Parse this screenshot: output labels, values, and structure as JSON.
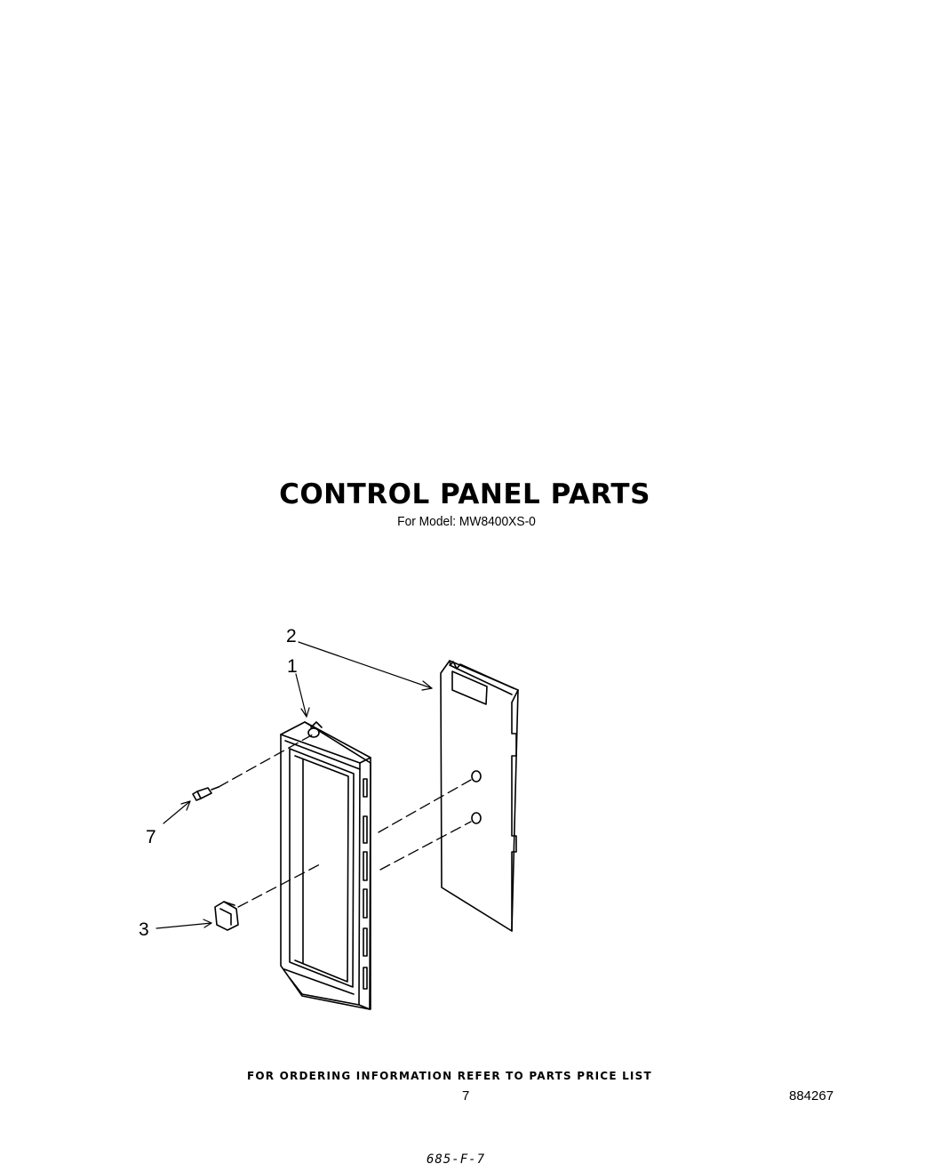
{
  "header": {
    "title": "CONTROL PANEL PARTS",
    "subtitle": "For Model: MW8400XS-0"
  },
  "callouts": {
    "c1": "1",
    "c2": "2",
    "c3": "3",
    "c7": "7"
  },
  "footer": {
    "ordering_note": "FOR ORDERING INFORMATION REFER TO PARTS PRICE LIST",
    "page_number": "7",
    "document_number": "884267",
    "handwritten_note": "685-F-7"
  }
}
